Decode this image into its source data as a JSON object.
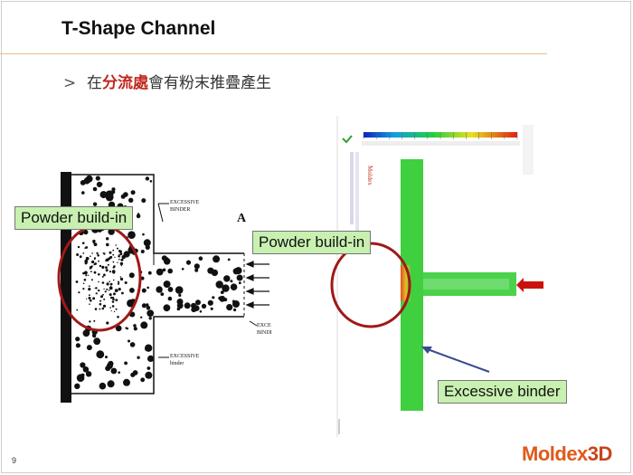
{
  "title": "T-Shape Channel",
  "bullet": {
    "marker": ">",
    "pre": "在",
    "highlight": "分流處",
    "post": "會有粉末推疊產生"
  },
  "left_figure": {
    "labels": {
      "excessive_binder_top": "EXCESSIVE\nBINDER",
      "excessive_binder_bottom": "EXCESSIVE\nbinder",
      "exc_binder_right": "EXCE\nBINDI",
      "point_label": "A"
    }
  },
  "right_figure": {
    "logo_text": "Moldex"
  },
  "callouts": {
    "powder_left": "Powder build-in",
    "powder_right": "Powder build-in",
    "excessive_binder": "Excessive binder"
  },
  "footer": {
    "page_number": "9",
    "logo_main": "Moldex",
    "logo_suffix": "3D"
  },
  "colors": {
    "title_rule": "#e2c47a",
    "highlight_text": "#c0281e",
    "callout_fill": "#c8f0b0",
    "circle": "#a01818",
    "channel_green": "#3fcf3f",
    "arrow_blue": "#3a4a90",
    "arrow_red": "#cc1010",
    "logo_orange": "#e05a1a"
  }
}
